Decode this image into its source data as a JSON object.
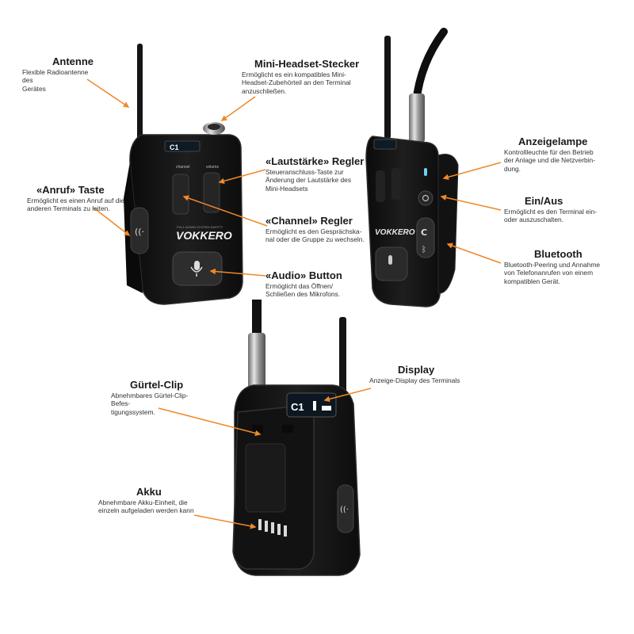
{
  "brand": "VOKKERO",
  "device_labels": {
    "tagline": "PULL-DOWN SYSTEM SAFETY",
    "channel": "channel",
    "volume": "volume",
    "display_channel": "C1"
  },
  "colors": {
    "accent_arrow": "#f0882a",
    "device_body": "#151515",
    "device_edge": "#2c2c2c"
  },
  "callouts": {
    "antenne": {
      "title": "Antenne",
      "desc1": "Flexible Radioantenne des",
      "desc2": "Gerätes"
    },
    "mini_headset": {
      "title": "Mini-Headset-Stecker",
      "desc1": "Ermöglicht es ein kompatibles Mini-",
      "desc2": "Headset-Zubehörteil an den Terminal",
      "desc3": "anzuschließen."
    },
    "anruf": {
      "title": "«Anruf» Taste",
      "desc1": "Ermöglicht es einen Anruf auf die",
      "desc2": "anderen Terminals zu leiten."
    },
    "lautstaerke": {
      "title": "«Lautstärke» Regler",
      "desc1": "Steueranschluss-Taste zur",
      "desc2": "Änderung der Lautstärke des",
      "desc3": "Mini-Headsets"
    },
    "channel": {
      "title": "«Channel» Regler",
      "desc1": "Ermöglicht es den Gesprächska-",
      "desc2": "nal oder die Gruppe zu wechseln."
    },
    "audio": {
      "title": "«Audio» Button",
      "desc1": "Ermöglicht das Öffnen/",
      "desc2": "Schließen des Mikrofons."
    },
    "anzeigelampe": {
      "title": "Anzeigelampe",
      "desc1": "Kontrollleuchte für den Betrieb",
      "desc2": "der Anlage und die Netzverbin-",
      "desc3": "dung."
    },
    "einaus": {
      "title": "Ein/Aus",
      "desc1": "Ermöglicht es den Terminal ein-",
      "desc2": "oder auszuschalten."
    },
    "bluetooth": {
      "title": "Bluetooth",
      "desc1": "Bluetooth-Peering und Annahme",
      "desc2": "von Telefonanrufen von einem",
      "desc3": "kompatiblen Gerät."
    },
    "display": {
      "title": "Display",
      "desc1": "Anzeige-Display des Terminals"
    },
    "guertel": {
      "title": "Gürtel-Clip",
      "desc1": "Abnehmbares Gürtel-Clip-Befes-",
      "desc2": "tigungssystem."
    },
    "akku": {
      "title": "Akku",
      "desc1": "Abnehmbare Akku-Einheit, die",
      "desc2": "einzeln aufgeladen werden kann"
    }
  }
}
